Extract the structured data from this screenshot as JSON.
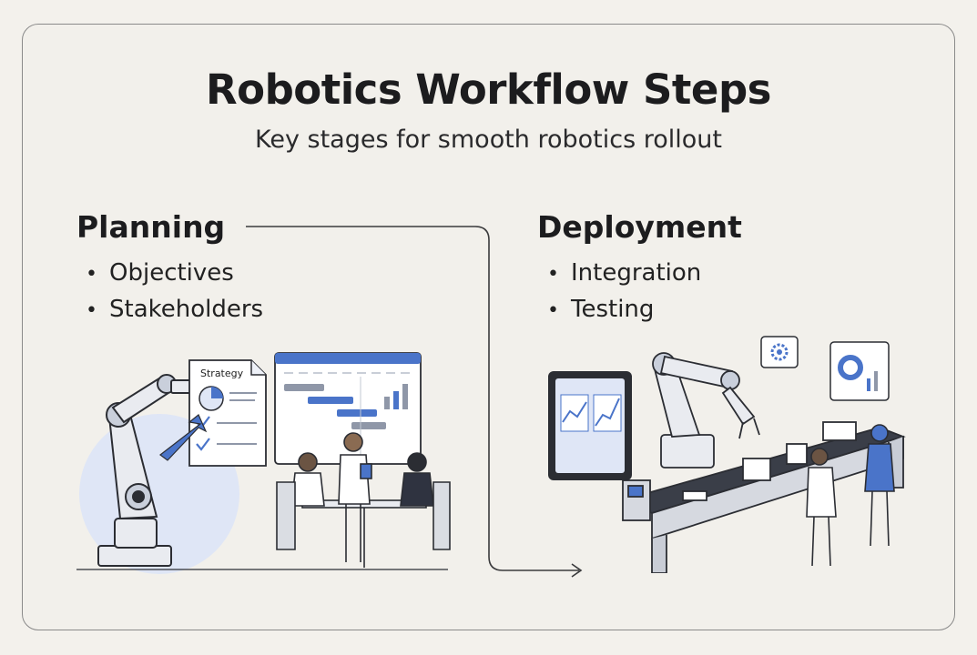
{
  "title": "Robotics Workflow Steps",
  "subtitle": "Key stages for smooth robotics rollout",
  "stages": [
    {
      "heading": "Planning",
      "items": [
        "Objectives",
        "Stakeholders"
      ],
      "illustration": {
        "document_label": "Strategy"
      }
    },
    {
      "heading": "Deployment",
      "items": [
        "Integration",
        "Testing"
      ]
    }
  ],
  "colors": {
    "accent": "#4a74c9",
    "ink": "#2b2d33",
    "light_blue": "#dfe6f6",
    "frame": "#8a8a8a"
  },
  "icons": [
    "robot-arm-icon",
    "strategy-document-icon",
    "gantt-dashboard-icon",
    "team-meeting-icon",
    "conveyor-belt-icon",
    "tablet-chart-icon",
    "gear-icon",
    "donut-chart-icon"
  ]
}
